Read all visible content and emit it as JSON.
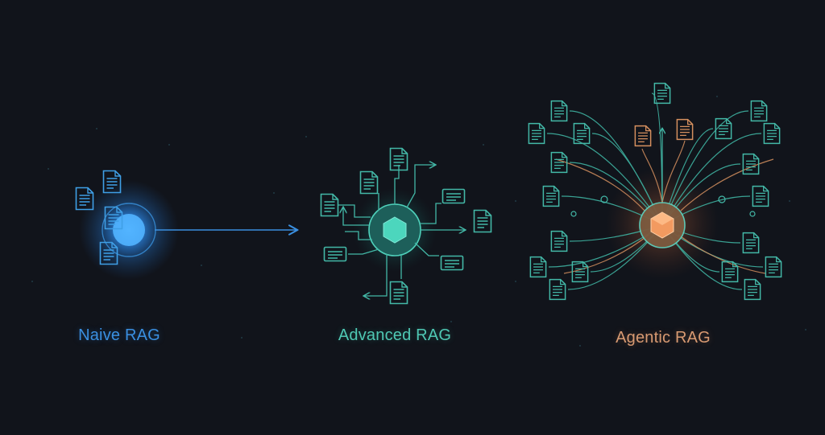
{
  "stages": [
    {
      "id": "naive",
      "label": "Naive RAG",
      "color": "#3a8fe0"
    },
    {
      "id": "advanced",
      "label": "Advanced RAG",
      "color": "#4fc8b4"
    },
    {
      "id": "agentic",
      "label": "Agentic RAG",
      "color": "#d89a72"
    }
  ],
  "colors": {
    "background": "#11141b",
    "naive_accent": "#3a8fe0",
    "advanced_accent": "#4fc8b4",
    "agentic_accent": "#e08a55"
  },
  "icons": [
    "document-icon",
    "node-hub-icon",
    "arrow-icon"
  ]
}
